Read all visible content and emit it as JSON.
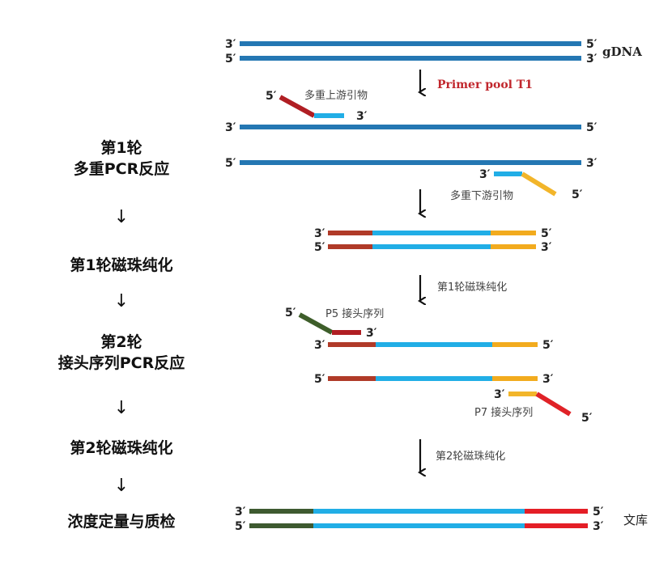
{
  "workflow": {
    "step1_line1": "第1轮",
    "step1_line2": "多重PCR反应",
    "step2": "第1轮磁珠纯化",
    "step3_line1": "第2轮",
    "step3_line2": "接头序列PCR反应",
    "step4": "第2轮磁珠纯化",
    "step5": "浓度定量与质检",
    "arrow": "↓"
  },
  "ends": {
    "three": "3′",
    "five": "5′"
  },
  "labels": {
    "gdna": "gDNA",
    "primer_pool": "Primer pool T1",
    "forward_primers": "多重上游引物",
    "reverse_primers": "多重下游引物",
    "purify1": "第1轮磁珠纯化",
    "p5": "P5 接头序列",
    "p7": "P7 接头序列",
    "purify2": "第2轮磁珠纯化",
    "library": "文库"
  },
  "colors": {
    "gdna_strand": "#2477b3",
    "target": "#21aee6",
    "forward_primer": "#b01e23",
    "reverse_primer": "#f2b52a",
    "amplicon_left": "#b03a28",
    "amplicon_right": "#f2ab1e",
    "p5_adapter": "#3e5e2a",
    "p7_adapter": "#e02227",
    "library_left": "#3e5a30",
    "library_right": "#e41e26",
    "primer_pool_text": "#c1272d"
  }
}
